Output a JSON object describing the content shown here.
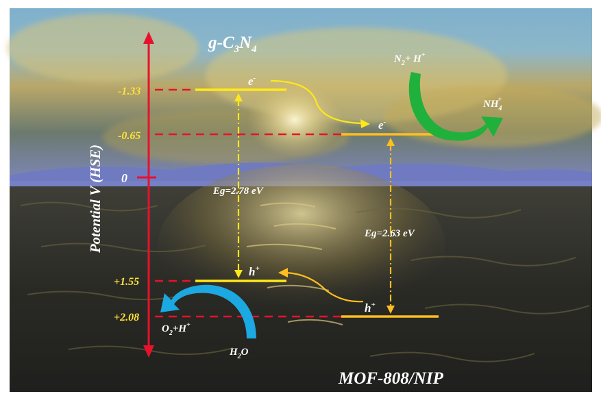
{
  "title": "g-C",
  "title_sub3": "3",
  "title_N": "N",
  "title_sub4": "4",
  "footer": "MOF-808/NIP",
  "axis": {
    "label": "Potential V (HSE)",
    "ticks": [
      "-1.33",
      "-0.65",
      "0",
      "+1.55",
      "+2.08"
    ]
  },
  "electrons": {
    "base": "e",
    "sup": "-"
  },
  "holes": {
    "base": "h",
    "sup": "+"
  },
  "gaps": {
    "left": "Eg=2.78 eV",
    "right": "Eg=2.63 eV"
  },
  "reactions": {
    "n2": {
      "a": "N",
      "a_sub": "2",
      "b": "+ H",
      "b_sup": "+"
    },
    "nh4": {
      "a": "NH",
      "a_sub": "4",
      "a_sup": "+"
    },
    "o2": {
      "a": "O",
      "a_sub": "2",
      "b": "+H",
      "b_sup": "+"
    },
    "h2o": {
      "a": "H",
      "a_sub": "2",
      "b": "O"
    }
  },
  "colors": {
    "axis": "#e8112d",
    "dashed": "#e8112d",
    "level_left": "#ffe81a",
    "level_right": "#ffbf1f",
    "tick_text_yellow": "#ffe23a",
    "zero_text": "#ffffff",
    "arrow_green": "#1fb13c",
    "arrow_blue": "#1ca8e0",
    "sky": "#5f96b8",
    "sea": "#2a2a26"
  }
}
